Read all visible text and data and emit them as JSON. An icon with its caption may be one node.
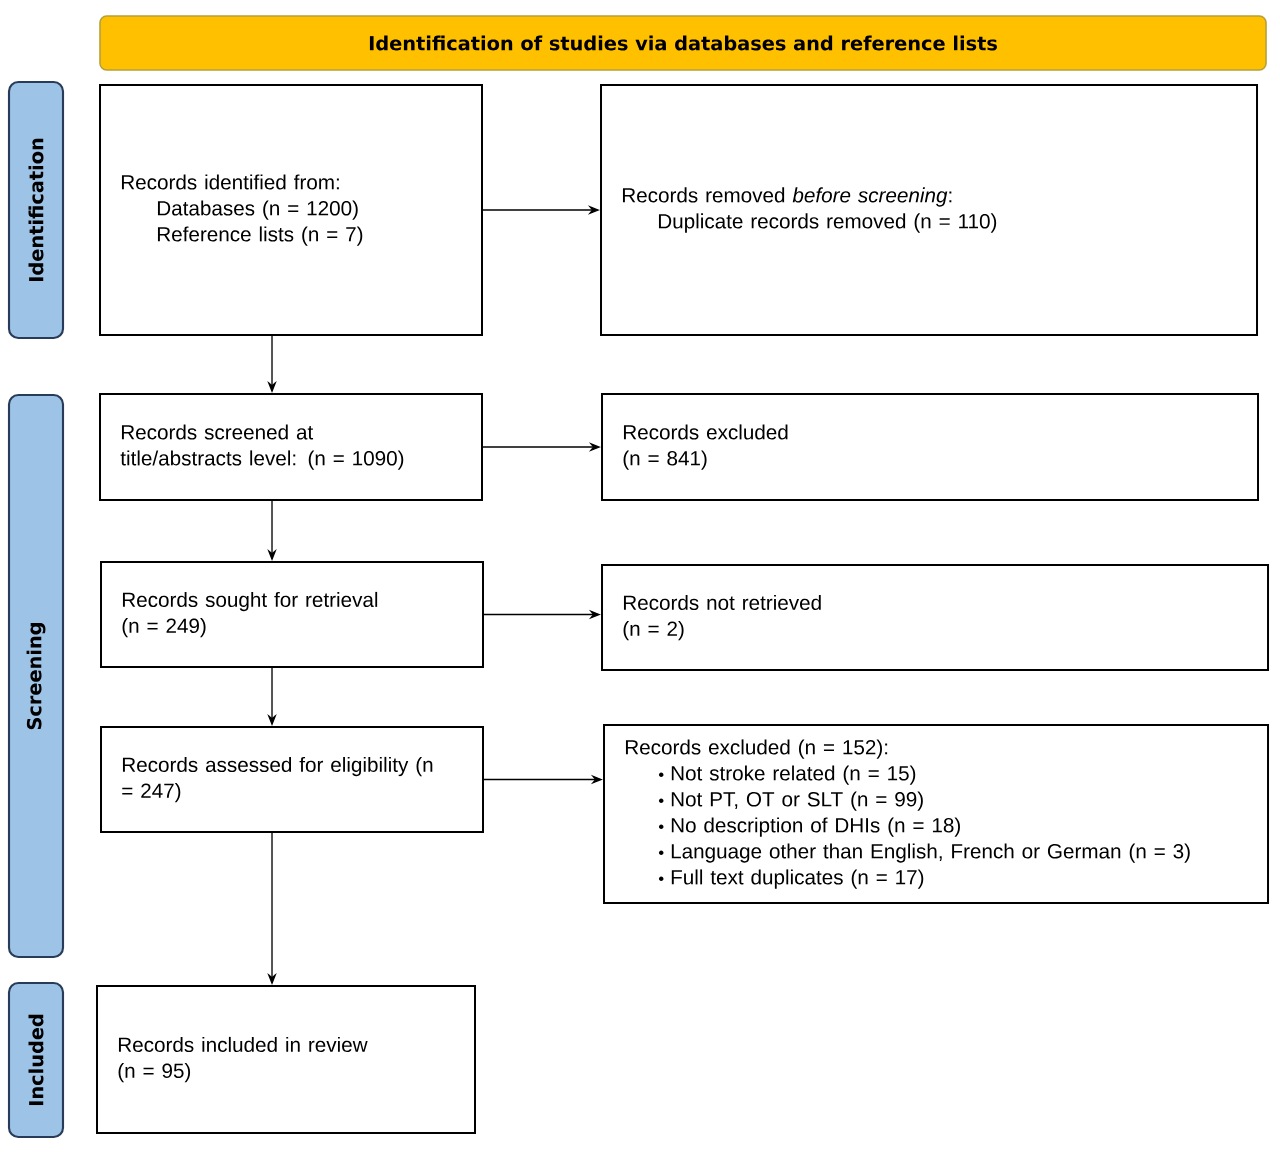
{
  "diagram": {
    "nodes": [
      {
        "text": [
          "Identification of studies via databases and reference lists"
        ]
      },
      {
        "text": [
          "Identification"
        ]
      },
      {
        "text": [
          "Screening"
        ]
      },
      {
        "text": [
          "Included"
        ]
      },
      {
        "text": [
          "Records identified from:",
          "Databases (n = 1200)",
          "Reference lists (n = 7)"
        ]
      },
      {
        "text": [
          "Records removed *before screening*:",
          "Duplicate records removed  (n = 110)"
        ]
      },
      {
        "text": [
          "Records screened at title/abstracts level: (n = 1090)"
        ]
      },
      {
        "text": [
          "Records excluded (n = 841)"
        ]
      },
      {
        "text": [
          "Records sought for retrieval (n = 249)"
        ]
      },
      {
        "text": [
          "Records not retrieved (n = 2)"
        ]
      },
      {
        "text": [
          "Records assessed for eligibility (n = 247)"
        ]
      },
      {
        "text": [
          "Records excluded (n = 152):",
          "Not stroke related (n = 15)",
          "Not PT, OT or SLT (n = 99)",
          "No description of DHIs (n = 18)",
          "Language other than English, French or German (n = 3)",
          "Full text duplicates (n = 17)"
        ]
      },
      {
        "text": [
          "Records included in review (n = 95)"
        ]
      }
    ],
    "edges": [
      {
        "from": 4,
        "to": 5,
        "arrow": "to"
      },
      {
        "from": 4,
        "to": 6,
        "arrow": "to"
      },
      {
        "from": 6,
        "to": 7,
        "arrow": "to"
      },
      {
        "from": 6,
        "to": 8,
        "arrow": "to"
      },
      {
        "from": 8,
        "to": 9,
        "arrow": "to"
      },
      {
        "from": 8,
        "to": 10,
        "arrow": "to"
      },
      {
        "from": 10,
        "to": 11,
        "arrow": "to"
      },
      {
        "from": 10,
        "to": 12,
        "arrow": "to"
      }
    ]
  }
}
